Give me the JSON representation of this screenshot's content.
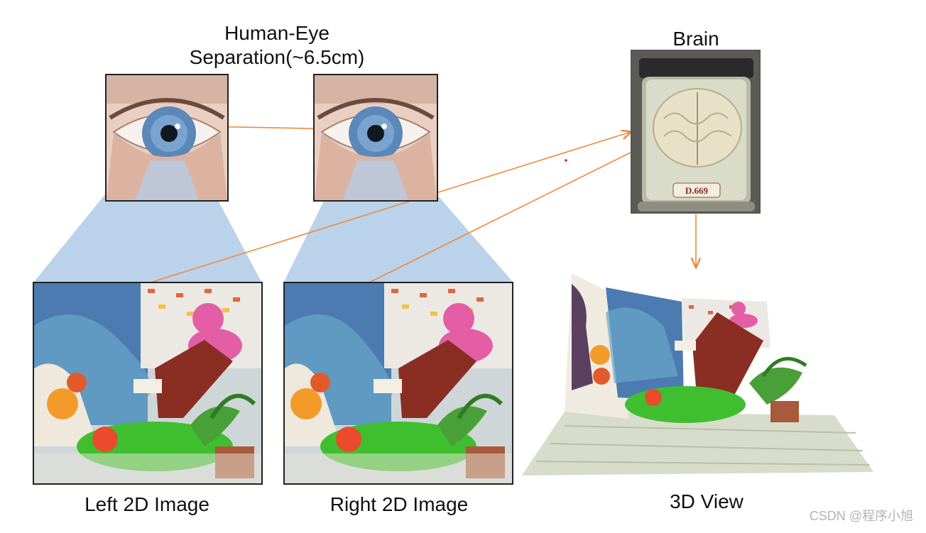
{
  "labels": {
    "eye_separation": "Human-Eye\nSeparation(~6.5cm)",
    "brain": "Brain",
    "left_image": "Left 2D Image",
    "right_image": "Right 2D Image",
    "view_3d": "3D View",
    "watermark": "CSDN @程序小旭"
  },
  "brain_jar_label": "D.669",
  "colors": {
    "arrow": "#f0893a",
    "view_cone": "#b4cde9",
    "iris": "#5a88b8"
  },
  "icons": [
    "eye-photo",
    "brain-jar-photo",
    "scene-photo",
    "arrow"
  ]
}
